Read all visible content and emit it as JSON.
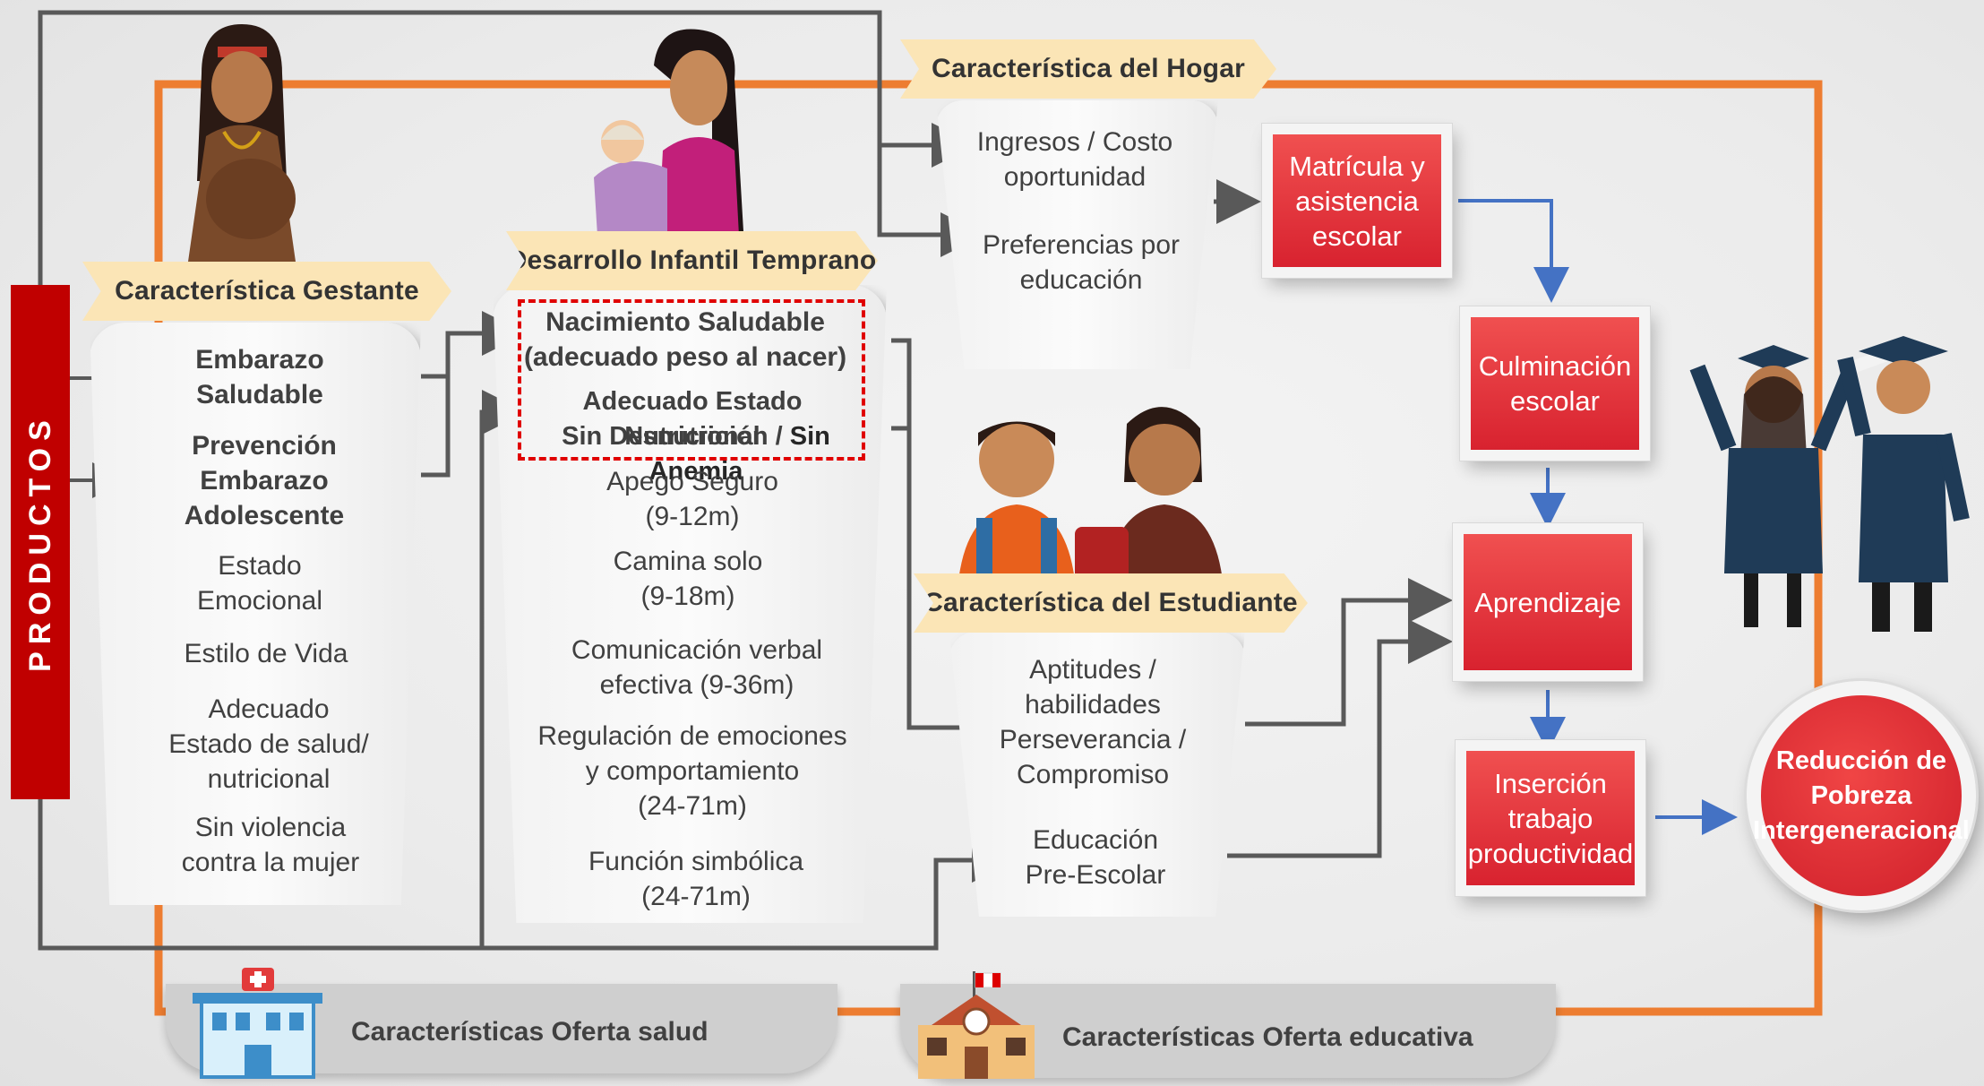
{
  "colors": {
    "accent_red": "#d8222f",
    "orange_frame": "#ed7d31",
    "arrow_blue": "#4472c4",
    "banner": "#fbe5b6",
    "connector": "#595959"
  },
  "productos": "PRODUCTOS",
  "gestante": {
    "title": "Característica  Gestante",
    "items": [
      "Embarazo",
      "Saludable",
      "Prevención",
      "Embarazo",
      "Adolescente",
      "Estado",
      "Emocional",
      "Estilo  de Vida",
      "Adecuado",
      "Estado de salud/",
      "nutricional",
      "Sin violencia",
      "contra la mujer"
    ]
  },
  "dit": {
    "title": "Desarrollo Infantil Temprano",
    "highlight": [
      "Nacimiento Saludable",
      "(adecuado peso al nacer)",
      "Adecuado Estado Nutricional",
      "Sin Desnutrición / ",
      "Sin Anemia"
    ],
    "items": [
      "Apego Seguro",
      "(9-12m)",
      "Camina solo",
      "(9-18m)",
      "Comunicación verbal",
      "efectiva  (9-36m)",
      "Regulación  de emociones",
      "y comportamiento",
      "(24-71m)",
      "Función simbólica",
      "(24-71m)"
    ]
  },
  "hogar": {
    "title": "Característica  del Hogar",
    "items": [
      "Ingresos / Costo",
      "oportunidad",
      "Preferencias por",
      "educación"
    ]
  },
  "estudiante": {
    "title": "Característica  del Estudiante",
    "items": [
      "Aptitudes /",
      "habilidades",
      "Perseverancia  /",
      "Compromiso",
      "Educación",
      "Pre-Escolar"
    ]
  },
  "outcomes": [
    "Matrícula y asistencia escolar",
    "Culminación escolar",
    "Aprendizaje",
    "Inserción trabajo productividad"
  ],
  "goal": "Reducción de Pobreza Intergeneracional",
  "oferta_salud": "Características  Oferta salud",
  "oferta_educativa": "Características  Oferta educativa"
}
